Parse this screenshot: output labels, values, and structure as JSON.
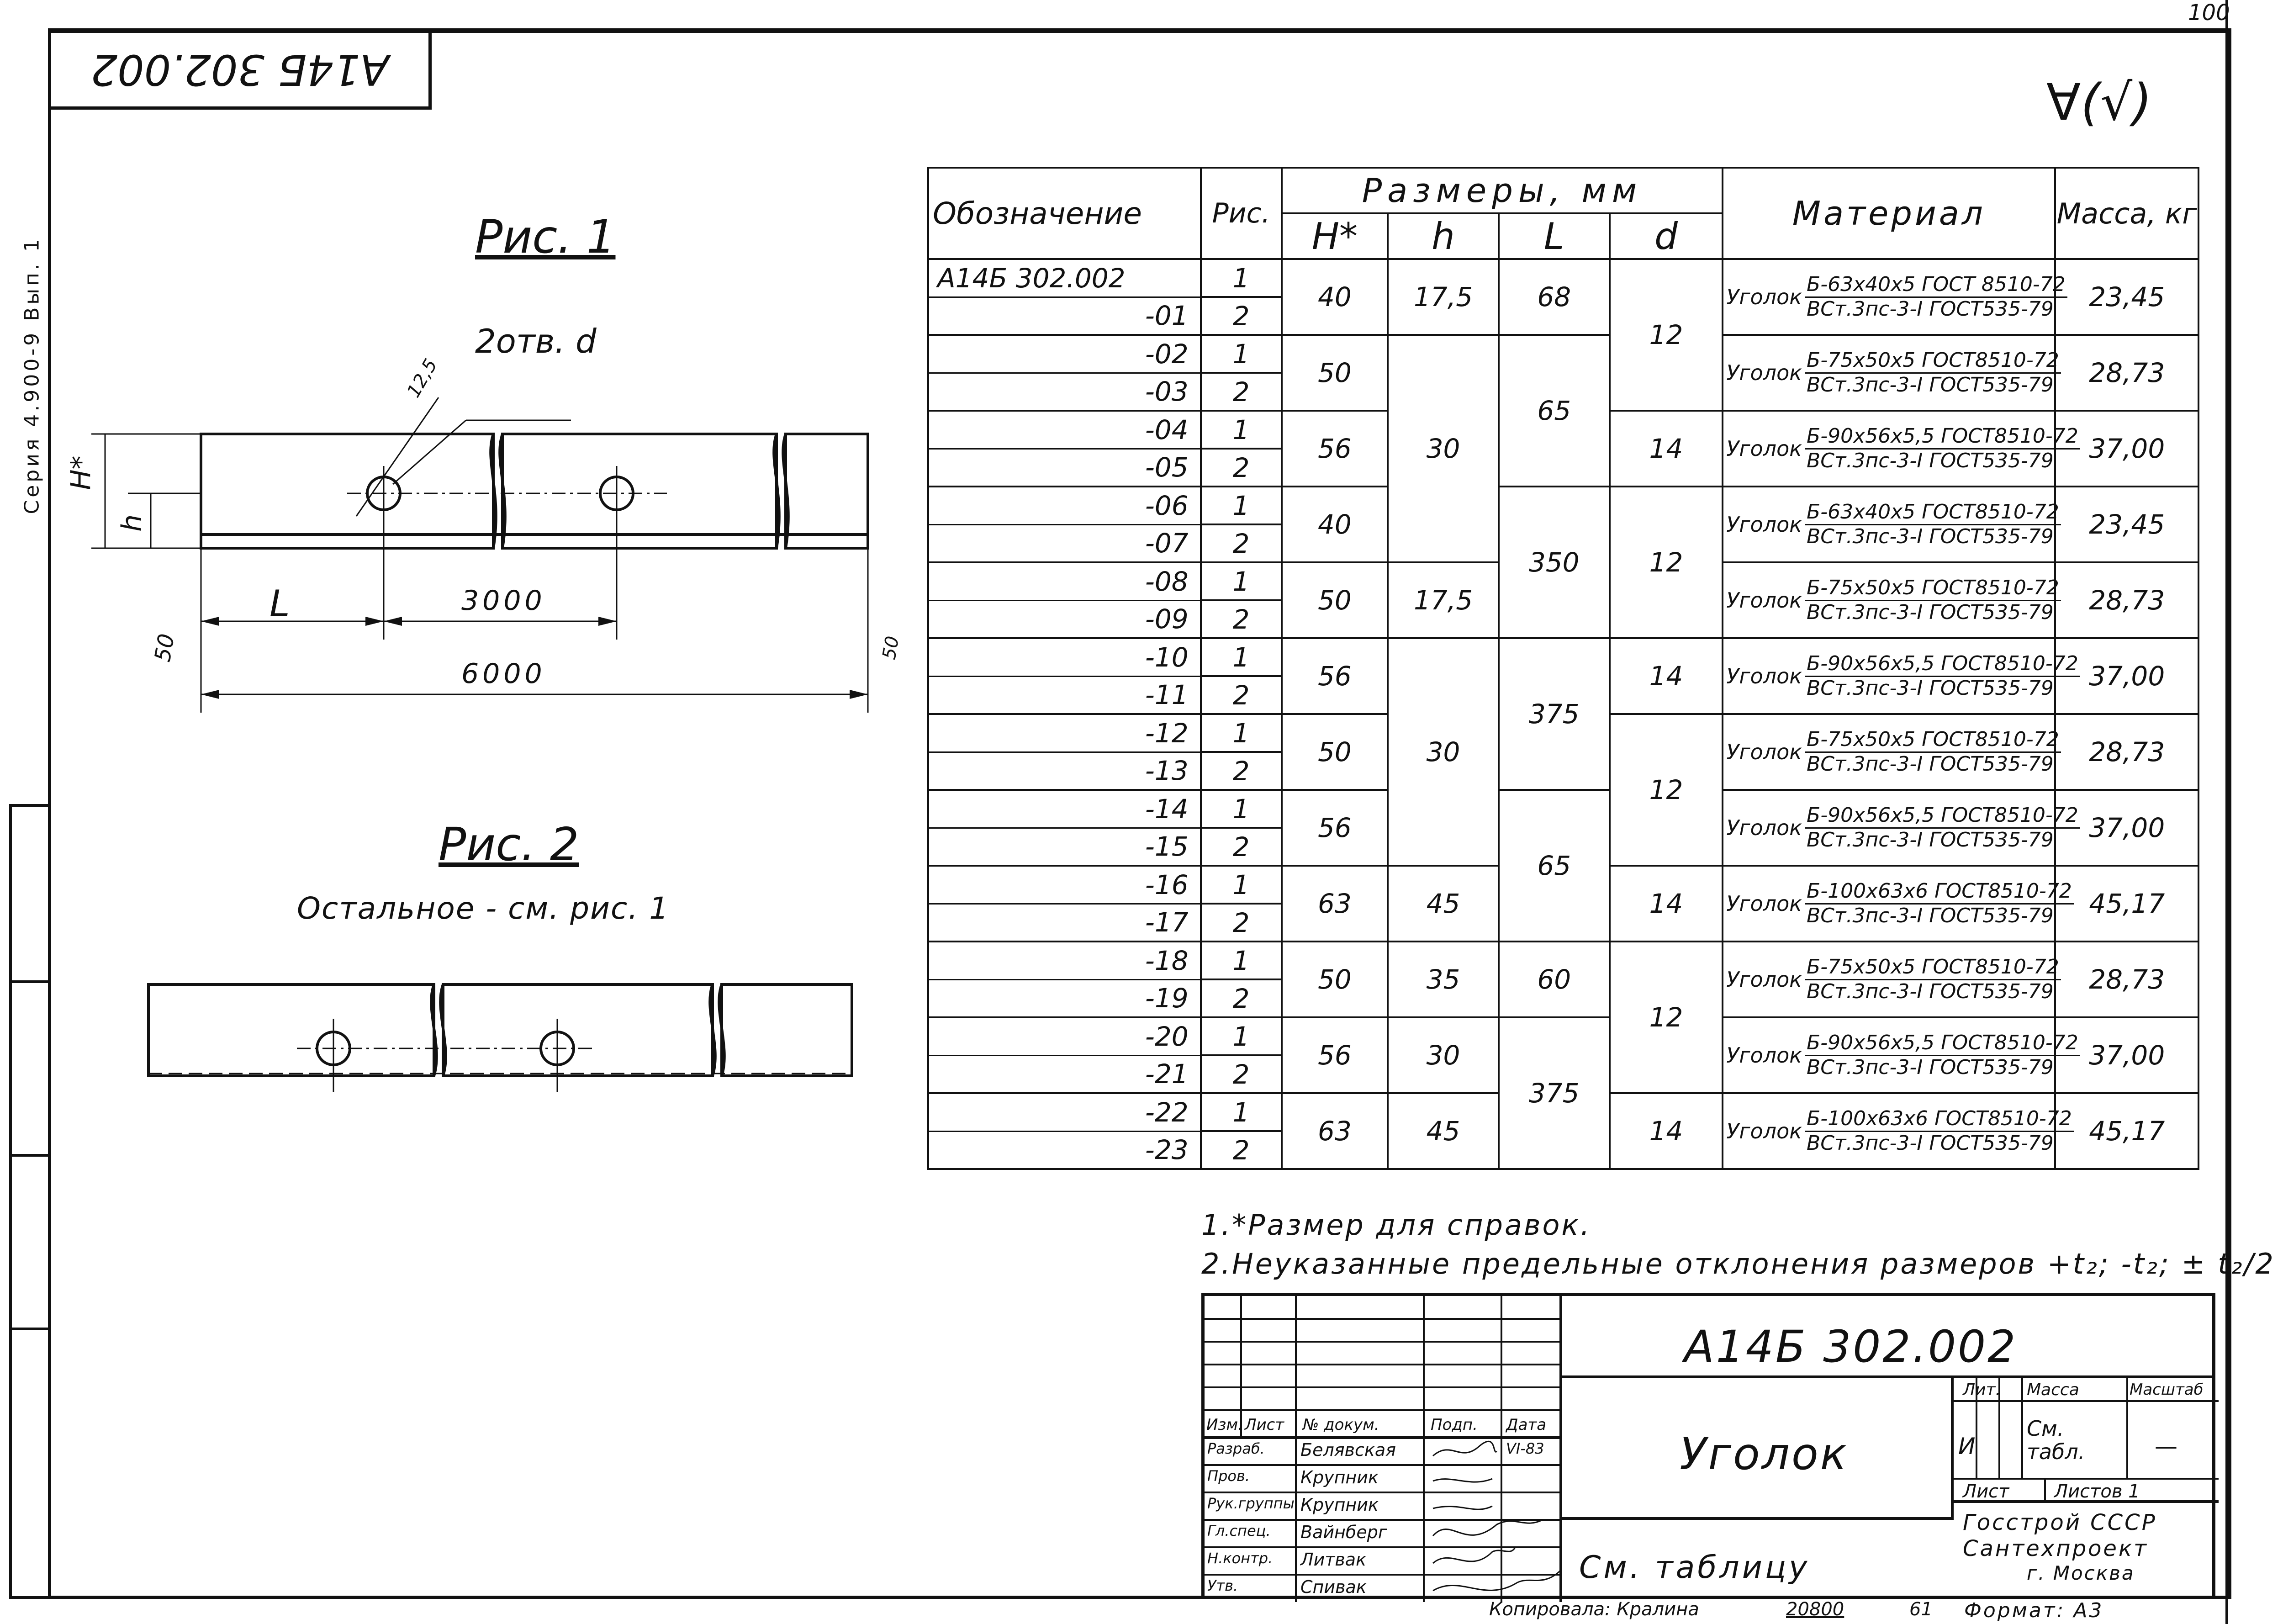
{
  "sheet": {
    "number": "100",
    "stamp": "А14Б 302.002",
    "series_margin": "Серия 4.900-9 Вып. 1",
    "surface_symbol": "∀(√)"
  },
  "figures": {
    "fig1": {
      "title": "Рис. 1",
      "holes": "2отв. d",
      "radius": "12,5",
      "dim_H": "H*",
      "dim_h": "h",
      "dim_L": "L",
      "dim_3000": "3000",
      "dim_6000": "6000",
      "cut_left": "50",
      "cut_right": "50"
    },
    "fig2": {
      "title": "Рис. 2",
      "subtitle": "Остальное - см. рис. 1"
    }
  },
  "spec_table": {
    "headers": {
      "designation": "Обозначение",
      "fig": "Рис.",
      "sizes": "Размеры, мм",
      "H": "H*",
      "h": "h",
      "L": "L",
      "d": "d",
      "material": "Материал",
      "mass": "Масса, кг"
    },
    "designations": [
      "А14Б 302.002",
      "-01",
      "-02",
      "-03",
      "-04",
      "-05",
      "-06",
      "-07",
      "-08",
      "-09",
      "-10",
      "-11",
      "-12",
      "-13",
      "-14",
      "-15",
      "-16",
      "-17",
      "-18",
      "-19",
      "-20",
      "-21",
      "-22",
      "-23"
    ],
    "figs": [
      "1",
      "2",
      "1",
      "2",
      "1",
      "2",
      "1",
      "2",
      "1",
      "2",
      "1",
      "2",
      "1",
      "2",
      "1",
      "2",
      "1",
      "2",
      "1",
      "2",
      "1",
      "2",
      "1",
      "2"
    ],
    "H_values": [
      "40",
      "50",
      "56",
      "40",
      "50",
      "56",
      "50",
      "56",
      "63",
      "50",
      "56",
      "63"
    ],
    "h_values": [
      "17,5",
      "30",
      "17,5",
      "30",
      "45",
      "35",
      "30",
      "45",
      "35"
    ],
    "L_values": [
      "68",
      "65",
      "350",
      "375",
      "65",
      "60",
      "375"
    ],
    "d_values": [
      "12",
      "14",
      "12",
      "14",
      "12",
      "14",
      "12",
      "14"
    ],
    "material_word": "Уголок",
    "materials": [
      {
        "top": "Б-63х40х5 ГОСТ 8510-72",
        "bot": "ВСт.3пс-3-I ГОСТ535-79"
      },
      {
        "top": "Б-75х50х5 ГОСТ8510-72",
        "bot": "ВСт.3пс-3-I ГОСТ535-79"
      },
      {
        "top": "Б-90х56х5,5 ГОСТ8510-72",
        "bot": "ВСт.3пс-3-I ГОСТ535-79"
      },
      {
        "top": "Б-63х40х5 ГОСТ8510-72",
        "bot": "ВСт.3пс-3-I ГОСТ535-79"
      },
      {
        "top": "Б-75х50х5 ГОСТ8510-72",
        "bot": "ВСт.3пс-3-I ГОСТ535-79"
      },
      {
        "top": "Б-90х56х5,5 ГОСТ8510-72",
        "bot": "ВСт.3пс-3-I ГОСТ535-79"
      },
      {
        "top": "Б-75х50х5 ГОСТ8510-72",
        "bot": "ВСт.3пс-3-I ГОСТ535-79"
      },
      {
        "top": "Б-90х56х5,5 ГОСТ8510-72",
        "bot": "ВСт.3пс-3-I ГОСТ535-79"
      },
      {
        "top": "Б-100х63х6 ГОСТ8510-72",
        "bot": "ВСт.3пс-3-I ГОСТ535-79"
      },
      {
        "top": "Б-75х50х5 ГОСТ8510-72",
        "bot": "ВСт.3пс-3-I ГОСТ535-79"
      },
      {
        "top": "Б-90х56х5,5 ГОСТ8510-72",
        "bot": "ВСт.3пс-3-I ГОСТ535-79"
      },
      {
        "top": "Б-100х63х6 ГОСТ8510-72",
        "bot": "ВСт.3пс-3-I ГОСТ535-79"
      }
    ],
    "masses": [
      "23,45",
      "28,73",
      "37,00",
      "23,45",
      "28,73",
      "37,00",
      "28,73",
      "37,00",
      "45,17",
      "28,73",
      "37,00",
      "45,17"
    ]
  },
  "notes": {
    "n1": "1.*Размер для справок.",
    "n2": "2.Неуказанные предельные отклонения размеров +t₂; -t₂; ± t₂/2"
  },
  "title_block": {
    "doc_number": "А14Б 302.002",
    "part_name": "Уголок",
    "material_ref": "См. таблицу",
    "col_izm": "Изм.",
    "col_list": "Лист",
    "col_doc": "№ докум.",
    "col_sign": "Подп.",
    "col_date": "Дата",
    "roles": [
      {
        "role": "Разраб.",
        "name": "Белявская",
        "date": "VI-83"
      },
      {
        "role": "Пров.",
        "name": "Крупник",
        "date": ""
      },
      {
        "role": "Рук.группы",
        "name": "Крупник",
        "date": ""
      },
      {
        "role": "Гл.спец.",
        "name": "Вайнберг",
        "date": ""
      },
      {
        "role": "Н.контр.",
        "name": "Литвак",
        "date": ""
      },
      {
        "role": "Утв.",
        "name": "Спивак",
        "date": ""
      }
    ],
    "lit": "Лит.",
    "mass_label": "Масса",
    "scale_label": "Масштаб",
    "lit_value": "И",
    "mass_value": "См. табл.",
    "scale_value": "—",
    "sheet_label": "Лист",
    "sheets_label": "Листов 1",
    "org_line1": "Госстрой СССР",
    "org_line2": "Сантехпроект",
    "org_line3": "г. Москва"
  },
  "footer": {
    "copied": "Копировала: Кралина",
    "code": "20800",
    "page": "61",
    "format": "Формат: А3"
  }
}
